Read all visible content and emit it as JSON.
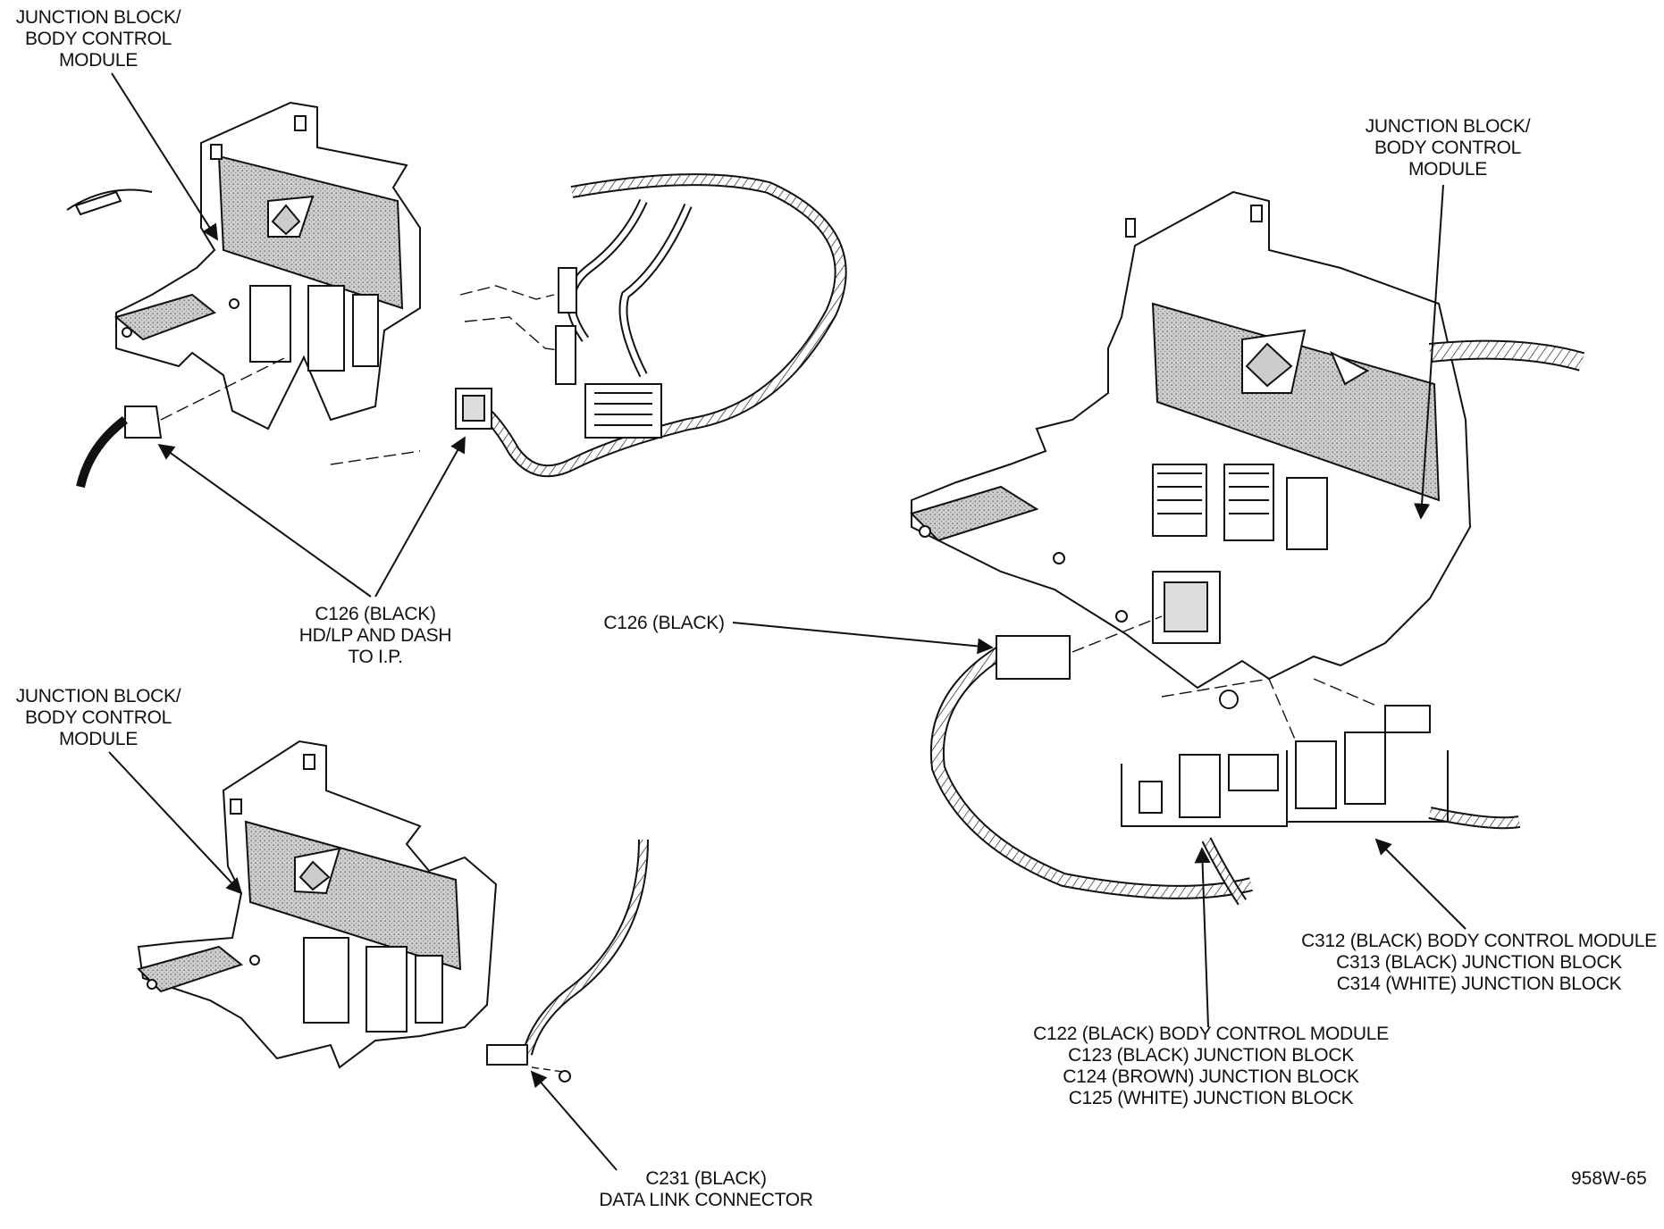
{
  "labels": {
    "jb_top_left": [
      "JUNCTION BLOCK/",
      "BODY CONTROL",
      "MODULE"
    ],
    "jb_right": [
      "JUNCTION BLOCK/",
      "BODY CONTROL",
      "MODULE"
    ],
    "jb_bottom_left": [
      "JUNCTION BLOCK/",
      "BODY CONTROL",
      "MODULE"
    ],
    "c126_left": [
      "C126 (BLACK)",
      "HD/LP AND DASH",
      "TO I.P."
    ],
    "c126_right": "C126 (BLACK)",
    "c231": [
      "C231 (BLACK)",
      "DATA LINK CONNECTOR"
    ],
    "c312_group": [
      "C312 (BLACK) BODY CONTROL MODULE",
      "C313 (BLACK) JUNCTION BLOCK",
      "C314 (WHITE) JUNCTION BLOCK"
    ],
    "c122_group": [
      "C122 (BLACK) BODY CONTROL MODULE",
      "C123 (BLACK) JUNCTION BLOCK",
      "C124 (BROWN) JUNCTION BLOCK",
      "C125 (WHITE) JUNCTION BLOCK"
    ]
  },
  "figure_id": "958W-65"
}
